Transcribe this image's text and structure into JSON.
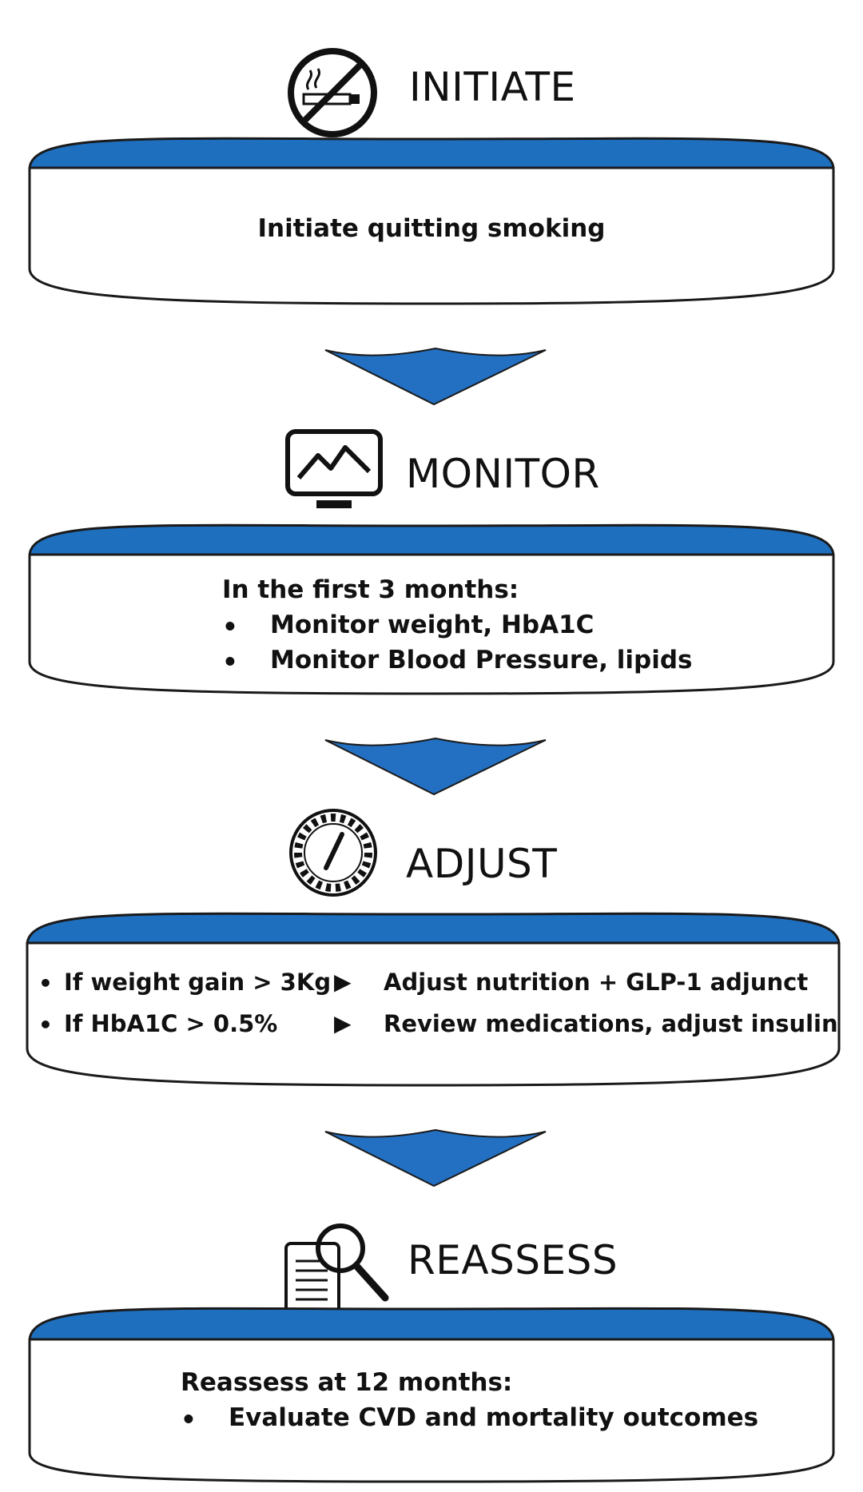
{
  "colors": {
    "band": "#1f6fbf",
    "arrow": "#2370c2",
    "outline": "#1a1a1a"
  },
  "steps": [
    {
      "title": "INITIATE",
      "icon": "no-smoking-icon",
      "text": "Initiate quitting smoking"
    },
    {
      "title": "MONITOR",
      "icon": "monitor-chart-icon",
      "intro": "In the first 3 months:",
      "bullets": [
        "Monitor weight, HbA1C",
        "Monitor Blood Pressure, lipids"
      ]
    },
    {
      "title": "ADJUST",
      "icon": "gauge-icon",
      "rules": [
        {
          "condition": "If weight gain > 3Kg",
          "action": "Adjust nutrition + GLP-1 adjunct"
        },
        {
          "condition": "If HbA1C > 0.5%",
          "action": "Review medications, adjust insulin"
        }
      ]
    },
    {
      "title": "REASSESS",
      "icon": "document-magnifier-icon",
      "intro": "Reassess at 12 months:",
      "bullets": [
        "Evaluate CVD and mortality outcomes"
      ]
    }
  ],
  "glyphs": {
    "bullet": "•",
    "pointer": "▶"
  }
}
